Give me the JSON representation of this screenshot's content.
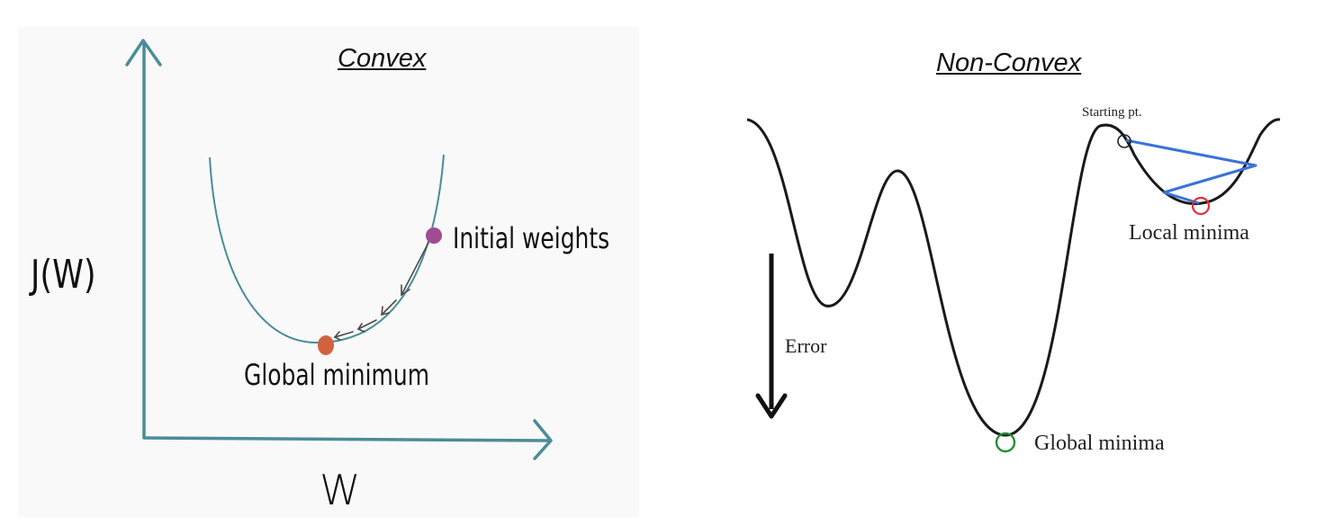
{
  "convex": {
    "title": "Convex",
    "y_axis_label": "J(W)",
    "x_axis_label": "W",
    "point_labels": {
      "initial": "Initial weights",
      "minimum": "Global minimum"
    },
    "colors": {
      "axis": "#4a8c9a",
      "curve": "#4a8c9a",
      "initial_point": "#a04b92",
      "minimum_point": "#d2623f"
    }
  },
  "non_convex": {
    "title": "Non-Convex",
    "error_label": "Error",
    "point_labels": {
      "start": "Starting pt.",
      "local": "Local minima",
      "global": "Global minima"
    },
    "colors": {
      "curve": "#1a1a1a",
      "path": "#3a72d8",
      "local_marker": "#e0303a",
      "global_marker": "#2a8a3a",
      "start_marker": "#222222"
    }
  }
}
